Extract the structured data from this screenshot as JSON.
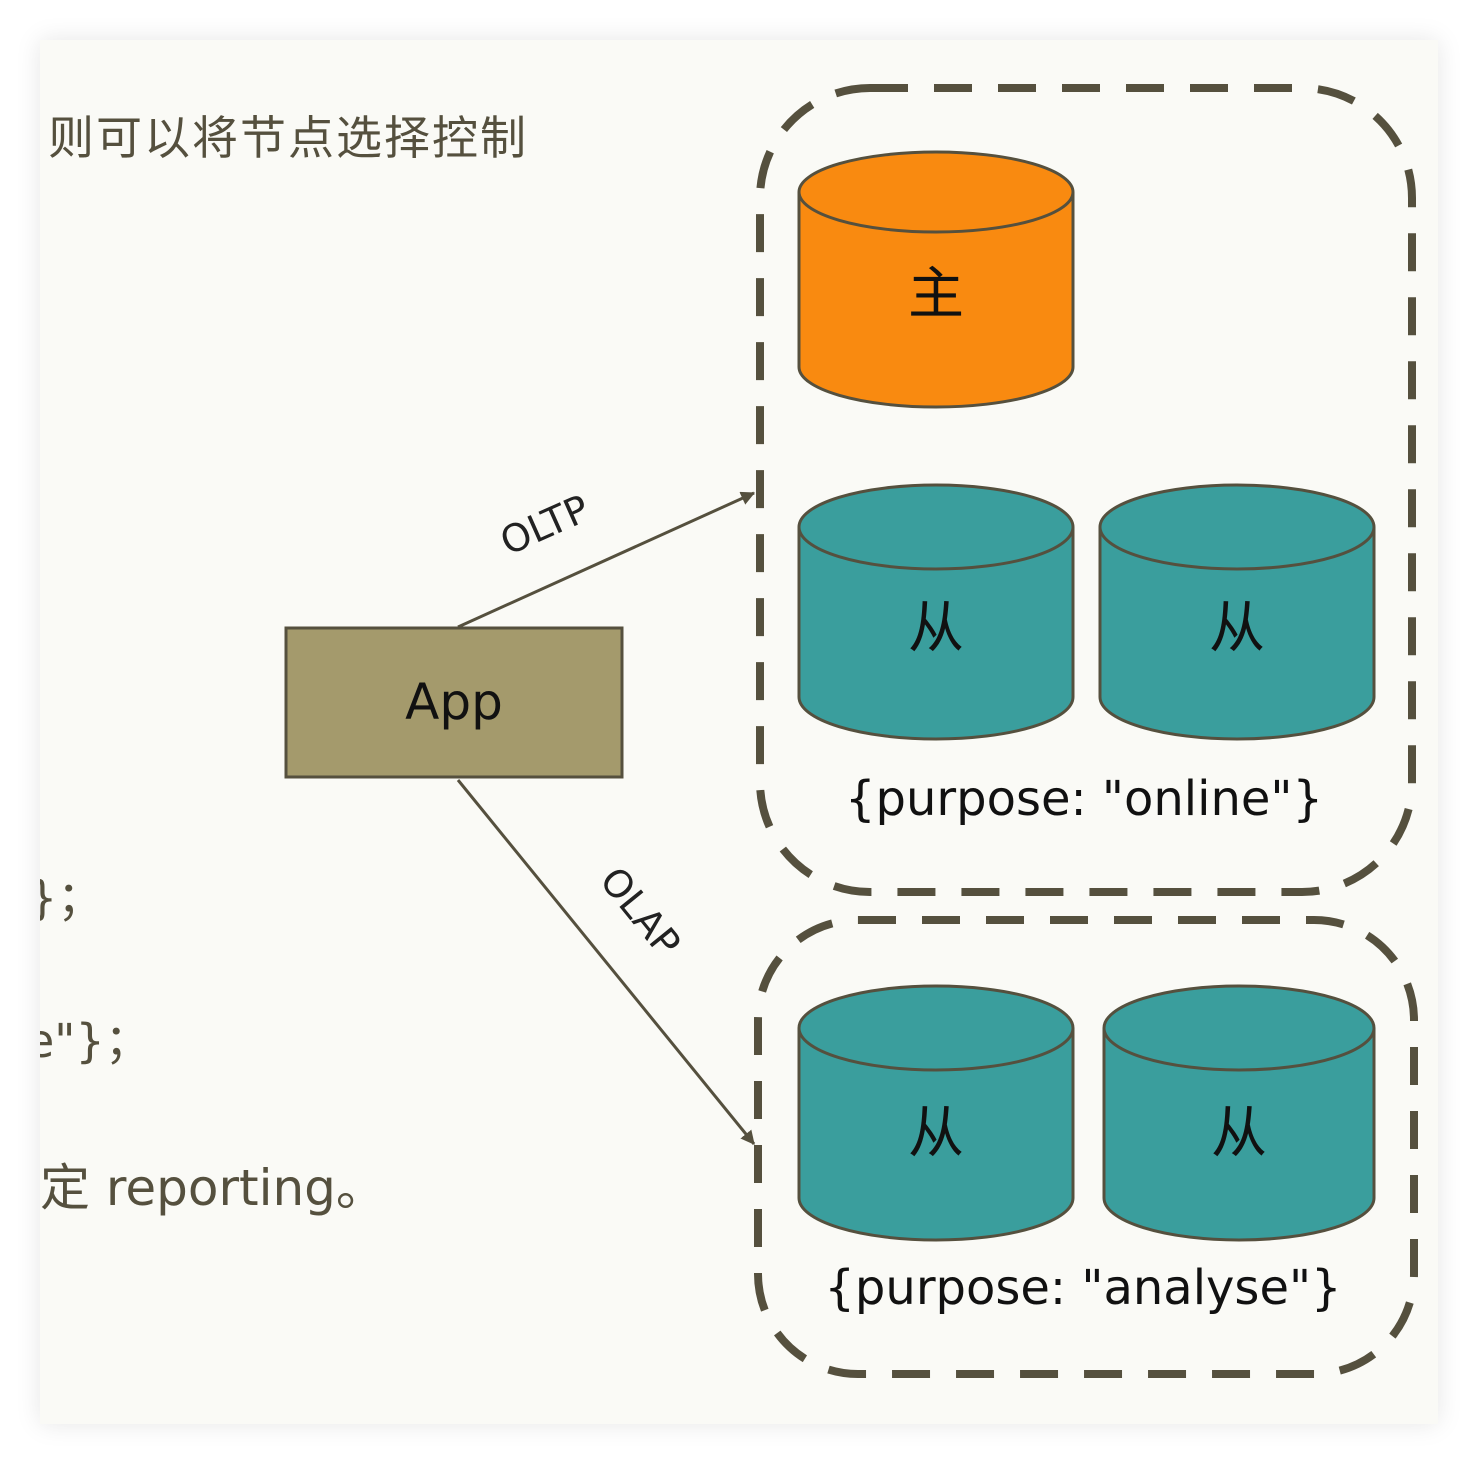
{
  "slide": {
    "heading": "则可以将节点选择控制",
    "fragments": [
      "}；",
      "e\"}；",
      "定 reporting。"
    ]
  },
  "diagram": {
    "app_label": "App",
    "edges": {
      "oltp": "OLTP",
      "olap": "OLAP"
    },
    "groups": [
      {
        "tag": "{purpose: \"online\"}",
        "nodes": [
          {
            "label": "主",
            "role": "primary"
          },
          {
            "label": "从",
            "role": "secondary"
          },
          {
            "label": "从",
            "role": "secondary"
          }
        ]
      },
      {
        "tag": "{purpose: \"analyse\"}",
        "nodes": [
          {
            "label": "从",
            "role": "secondary"
          },
          {
            "label": "从",
            "role": "secondary"
          }
        ]
      }
    ]
  },
  "colors": {
    "primary": "#f98a10",
    "secondary": "#3a9e9d",
    "app_box": "#a49a6c",
    "line": "#55503e"
  }
}
